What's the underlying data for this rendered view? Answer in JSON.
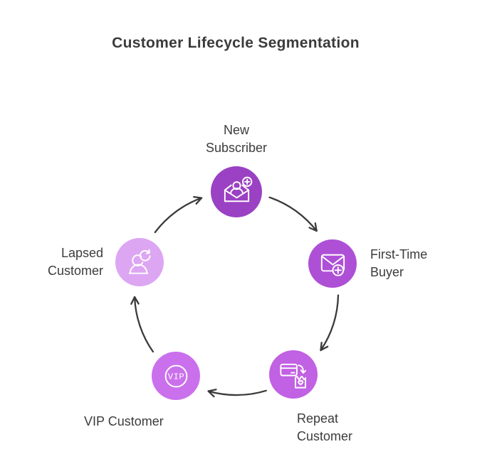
{
  "title": "Customer Lifecycle Segmentation",
  "nodes": [
    {
      "id": "new-subscriber",
      "label": "New Subscriber",
      "color": "#9B41C3",
      "icon": "subscriber-add-envelope-icon"
    },
    {
      "id": "first-time-buyer",
      "label": "First-Time Buyer",
      "color": "#AE50D6",
      "icon": "envelope-plus-icon"
    },
    {
      "id": "repeat-customer",
      "label": "Repeat Customer",
      "color": "#C161E3",
      "icon": "card-to-bag-icon"
    },
    {
      "id": "vip-customer",
      "label": "VIP Customer",
      "color": "#CA70EC",
      "icon": "vip-badge-icon",
      "icon_text": "VIP"
    },
    {
      "id": "lapsed-customer",
      "label": "Lapsed Customer",
      "color": "#DDA6F3",
      "icon": "person-refresh-icon"
    }
  ],
  "colors": {
    "arrow": "#3A3A3A",
    "title_text": "#3B3B3B",
    "label_text": "#3C3C3C",
    "icon_stroke": "#FFFFFF",
    "background": "#FFFFFF"
  }
}
